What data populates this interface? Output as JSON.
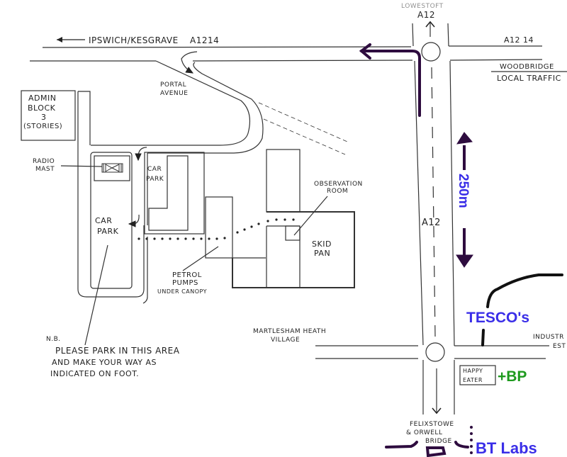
{
  "map": {
    "title": "Site location map",
    "colors": {
      "ink": "#222222",
      "route": "#2e0c3f",
      "annotation_blue": "#3a2ee8",
      "annotation_green": "#1e9a1e"
    },
    "roads": {
      "ipswich": "IPSWICH/KESGRAVE",
      "ipswich_road_number": "A1214",
      "a1214_east": "A12 14",
      "lowestoft": "LOWESTOFT",
      "a12_north": "A12",
      "a12_main": "A12",
      "woodbridge": "WOODBRIDGE",
      "local_traffic": "LOCAL TRAFFIC",
      "portal_avenue_1": "PORTAL",
      "portal_avenue_2": "AVENUE",
      "felixstowe_1": "FELIXSTOWE",
      "felixstowe_2": "& ORWELL",
      "felixstowe_3": "BRIDGE"
    },
    "places": {
      "admin_1": "ADMIN",
      "admin_2": "BLOCK",
      "admin_3": "3",
      "admin_4": "(STORIES)",
      "radio_1": "RADIO",
      "radio_2": "MAST",
      "carpark_left_1": "CAR",
      "carpark_left_2": "PARK",
      "carpark_mid_1": "CAR",
      "carpark_mid_2": "PARK",
      "observation_1": "OBSERVATION",
      "observation_2": "ROOM",
      "skid_1": "SKID",
      "skid_2": "PAN",
      "petrol_1": "PETROL",
      "petrol_2": "PUMPS",
      "petrol_3": "UNDER CANOPY",
      "martlesham_1": "MARTLESHAM HEATH",
      "martlesham_2": "VILLAGE",
      "industrial_1": "INDUSTR",
      "industrial_2": "EST",
      "happy_1": "HAPPY",
      "happy_2": "EATER"
    },
    "note": {
      "nb": "N.B.",
      "line1": "PLEASE PARK IN THIS AREA",
      "line2": "AND MAKE YOUR WAY AS",
      "line3": "INDICATED ON FOOT."
    },
    "annotations": {
      "distance": "250m",
      "tesco": "TESCO's",
      "bp": "+BP",
      "bt_labs": "BT Labs"
    }
  }
}
